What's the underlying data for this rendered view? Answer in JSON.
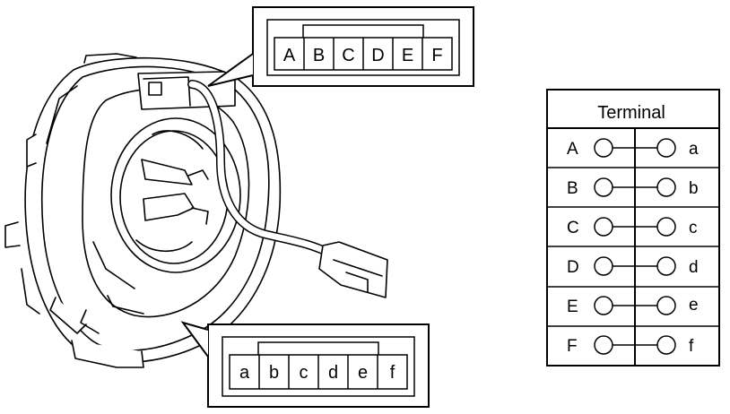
{
  "upper_connector": {
    "pins": [
      "A",
      "B",
      "C",
      "D",
      "E",
      "F"
    ]
  },
  "lower_connector": {
    "pins": [
      "a",
      "b",
      "c",
      "d",
      "e",
      "f"
    ]
  },
  "terminal_table": {
    "header": "Terminal",
    "rows": [
      {
        "left": "A",
        "right": "a"
      },
      {
        "left": "B",
        "right": "b"
      },
      {
        "left": "C",
        "right": "c"
      },
      {
        "left": "D",
        "right": "d"
      },
      {
        "left": "E",
        "right": "e"
      },
      {
        "left": "F",
        "right": "f"
      }
    ]
  }
}
